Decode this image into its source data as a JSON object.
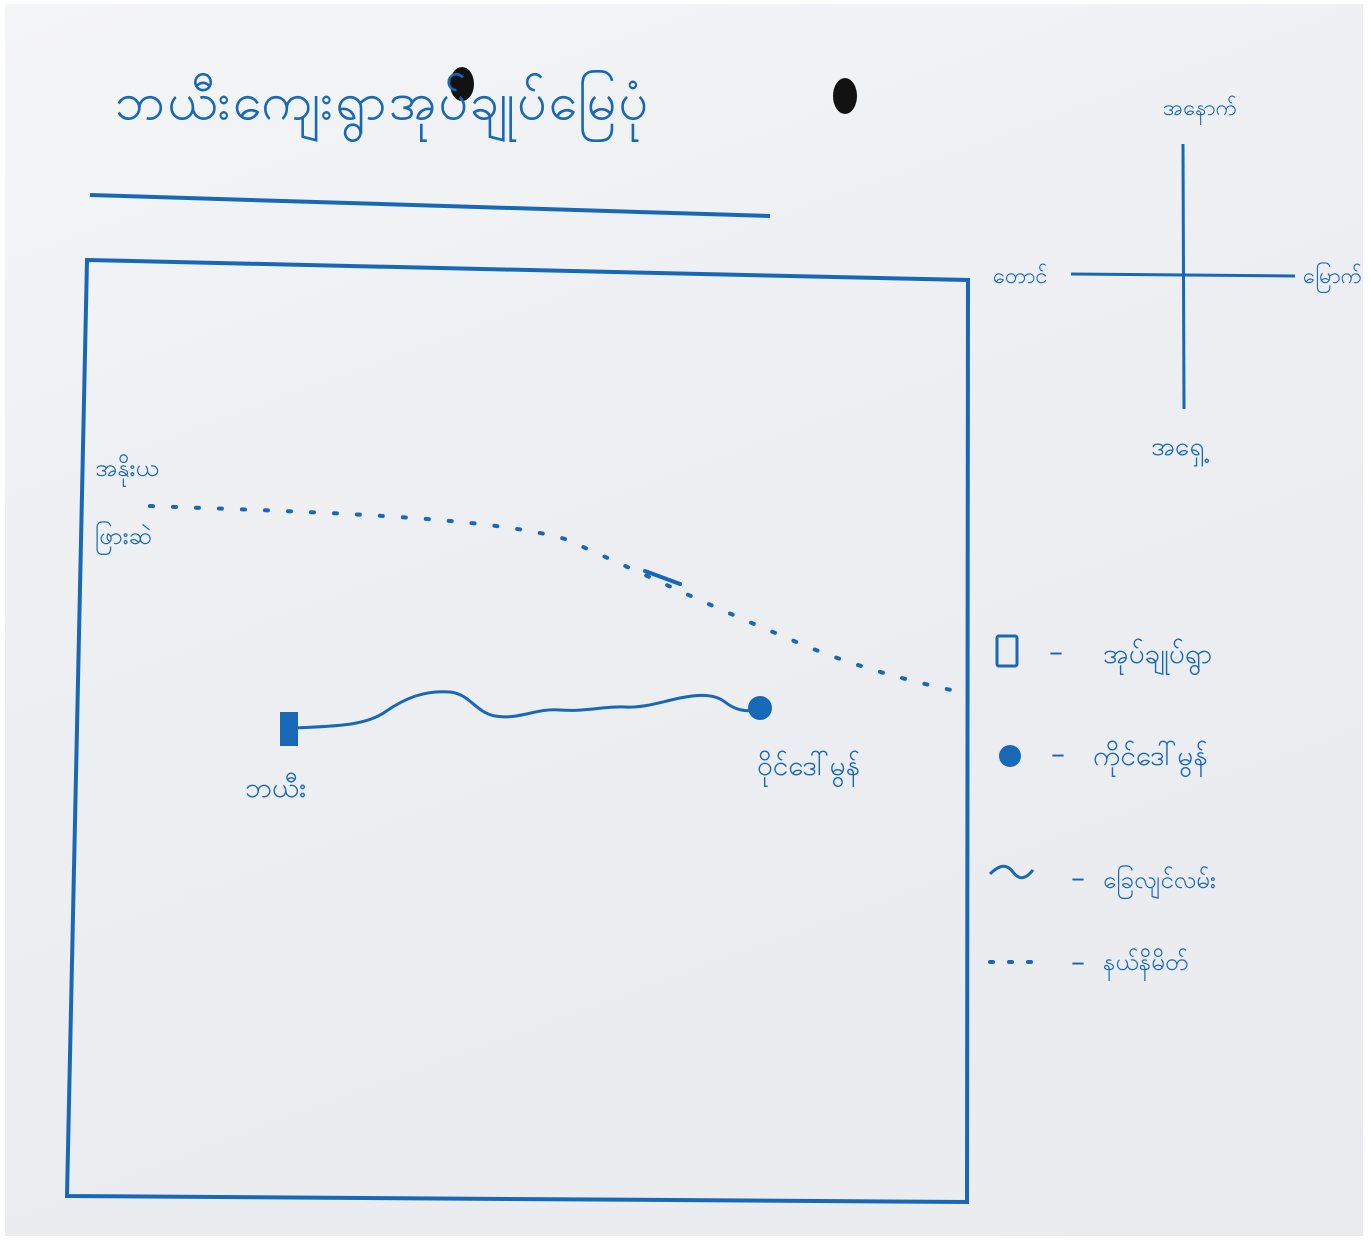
{
  "map": {
    "title": "ဘယီးကျေးရွာအုပ်ချုပ်မြေပုံ",
    "compass": {
      "north": "အနောက်",
      "west": "တောင်",
      "east": "မြောက်",
      "south": "အရှေ့"
    },
    "river_label": [
      "အနိုးယ",
      "ဖြားဆဲ"
    ],
    "places": {
      "village": "ဘယီး",
      "school": "ဝိုင်ဒေါ်မွန်"
    },
    "legend": [
      {
        "symbol": "square-outline",
        "label": "အုပ်ချုပ်ရွာ"
      },
      {
        "symbol": "filled-circle",
        "label": "ကိုင်ဒေါ်မွန်"
      },
      {
        "symbol": "wavy-line",
        "label": "ခြေလျင်လမ်း"
      },
      {
        "symbol": "dotted-line",
        "label": "နယ်နိမိတ်"
      }
    ],
    "ink_color": "#1868b8",
    "paper_color": "#eef0f3"
  }
}
